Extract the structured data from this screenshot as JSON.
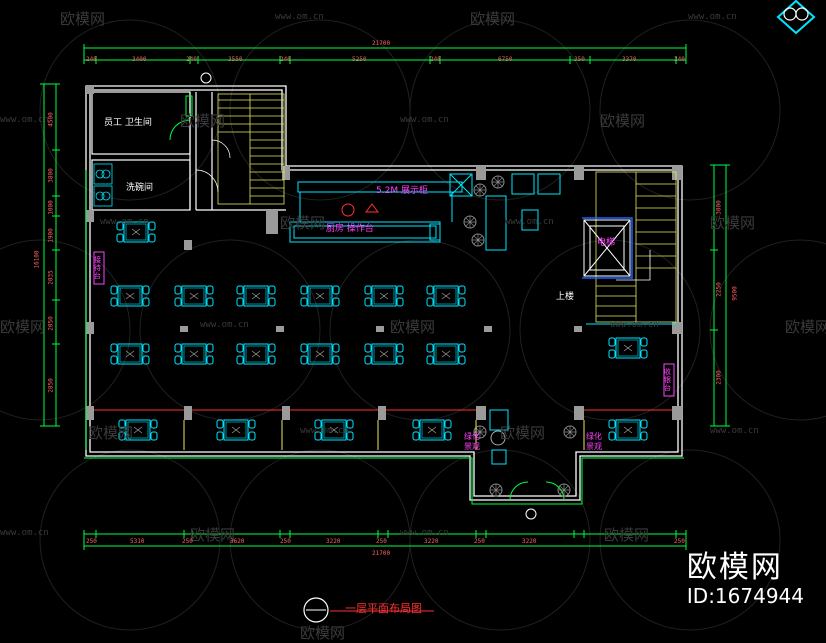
{
  "watermarks": {
    "brand": "欧模网",
    "url": "www.om.cn"
  },
  "brand_corner": {
    "name": "欧模网",
    "id": "ID:1674944"
  },
  "drawing_title": "一层平面布局图",
  "rooms": {
    "staff_toilet": "员工  卫生间",
    "dish_room": "洗碗间",
    "counter": "5.2M  展示柜",
    "kitchen_counter": "厨房  操作台",
    "stairs_up": "上楼",
    "elevator": "电梯",
    "stand_left": "接待台",
    "stand_right": "收银台",
    "green_left": "绿化\n景观",
    "green_right": "绿化\n景观"
  },
  "dimensions": {
    "top_total": "21700",
    "top_segments": [
      "240",
      "3400",
      "240",
      "3550",
      "240",
      "5250",
      "240",
      "6750",
      "350",
      "3370",
      "240"
    ],
    "bottom_total": "21700",
    "bottom_segments": [
      "250",
      "5310",
      "250",
      "3620",
      "250",
      "3220",
      "250",
      "3220",
      "250",
      "3220",
      "250"
    ],
    "left_total": "16100",
    "left_segments": [
      "4500",
      "3800",
      "1000",
      "1900",
      "2035",
      "2050",
      "2850"
    ],
    "right_total": "9500",
    "right_segments": [
      "3000",
      "2250",
      "2300"
    ]
  },
  "colors": {
    "wall": "#ffffff",
    "furniture": "#00e5ff",
    "stair": "#e8e860",
    "dimension": "#00ff40",
    "label": "#ff40ff",
    "title": "#ff3030"
  }
}
